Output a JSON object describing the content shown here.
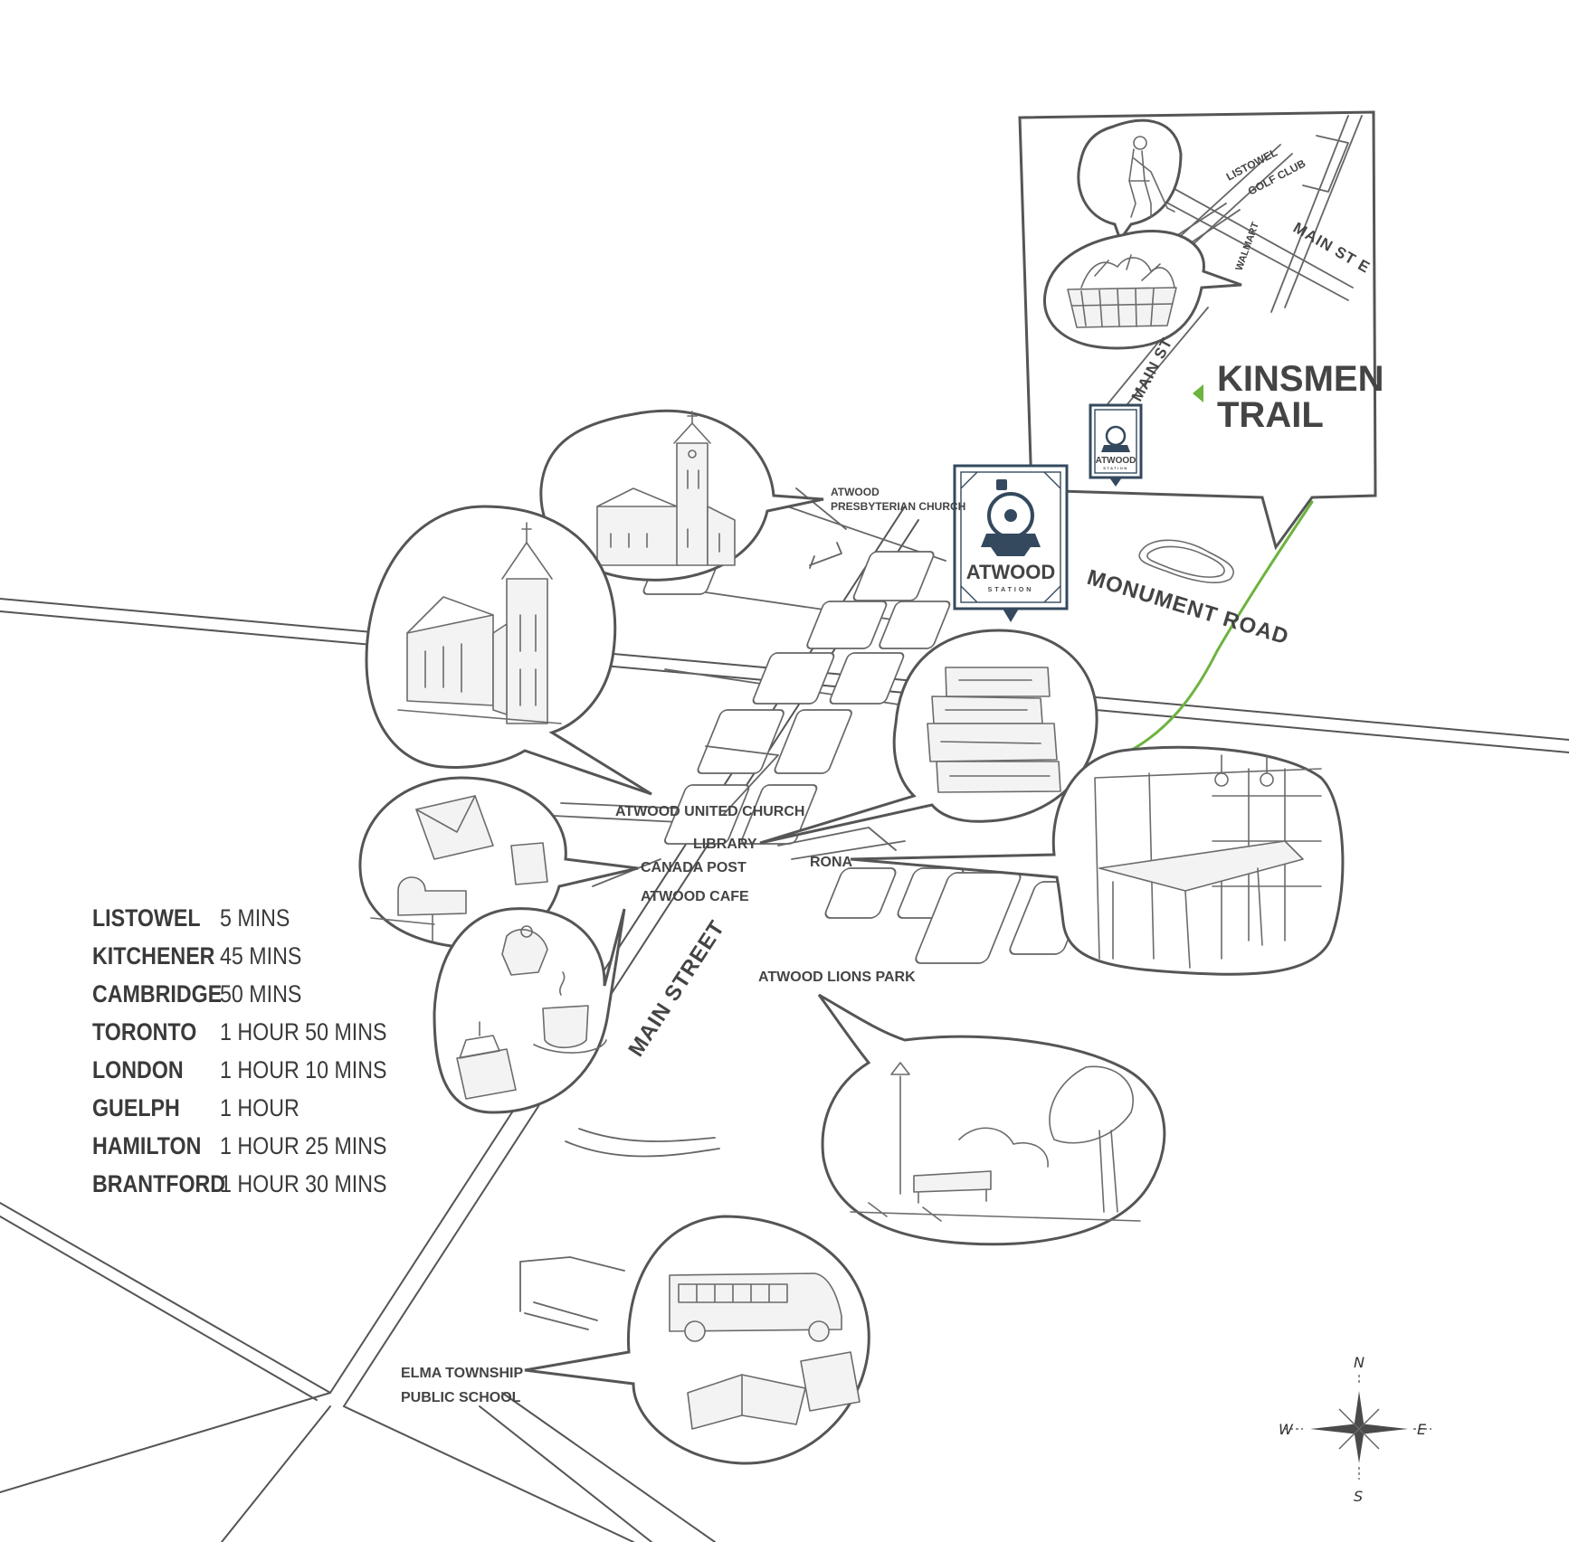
{
  "labels": {
    "presbyterian_line1": "ATWOOD",
    "presbyterian_line2": "PRESBYTERIAN CHURCH",
    "united_church": "ATWOOD UNITED CHURCH",
    "library": "LIBRARY",
    "canada_post": "CANADA  POST",
    "atwood_cafe": "ATWOOD CAFE",
    "rona": "RONA",
    "lions_park": "ATWOOD LIONS PARK",
    "elma_line1": "ELMA TOWNSHIP",
    "elma_line2": "PUBLIC SCHOOL",
    "golf_line1": "LISTOWEL",
    "golf_line2": "GOLF CLUB",
    "walmart": "WALMART",
    "kinsmen_line1": "KINSMEN",
    "kinsmen_line2": "TRAIL"
  },
  "roads": {
    "main_street": "MAIN STREET",
    "monument_road": "MONUMENT ROAD",
    "main_st": "MAIN ST",
    "main_st_e": "MAIN ST E"
  },
  "station": {
    "name": "ATWOOD",
    "sub": "STATION",
    "mini_name": "ATWOOD",
    "mini_sub": "STATION"
  },
  "compass": {
    "n": "N",
    "s": "S",
    "e": "E",
    "w": "W"
  },
  "travel_times": [
    {
      "city": "LISTOWEL",
      "time": "5 MINS"
    },
    {
      "city": "KITCHENER",
      "time": "45 MINS"
    },
    {
      "city": "CAMBRIDGE",
      "time": "50 MINS"
    },
    {
      "city": "TORONTO",
      "time": "1 HOUR 50 MINS"
    },
    {
      "city": "LONDON",
      "time": "1 HOUR 10 MINS"
    },
    {
      "city": "GUELPH",
      "time": "1 HOUR"
    },
    {
      "city": "HAMILTON",
      "time": "1 HOUR 25 MINS"
    },
    {
      "city": "BRANTFORD",
      "time": "1 HOUR 30 MINS"
    }
  ],
  "colors": {
    "trail": "#6db33f",
    "station": "#34495e",
    "ink": "#555555"
  }
}
